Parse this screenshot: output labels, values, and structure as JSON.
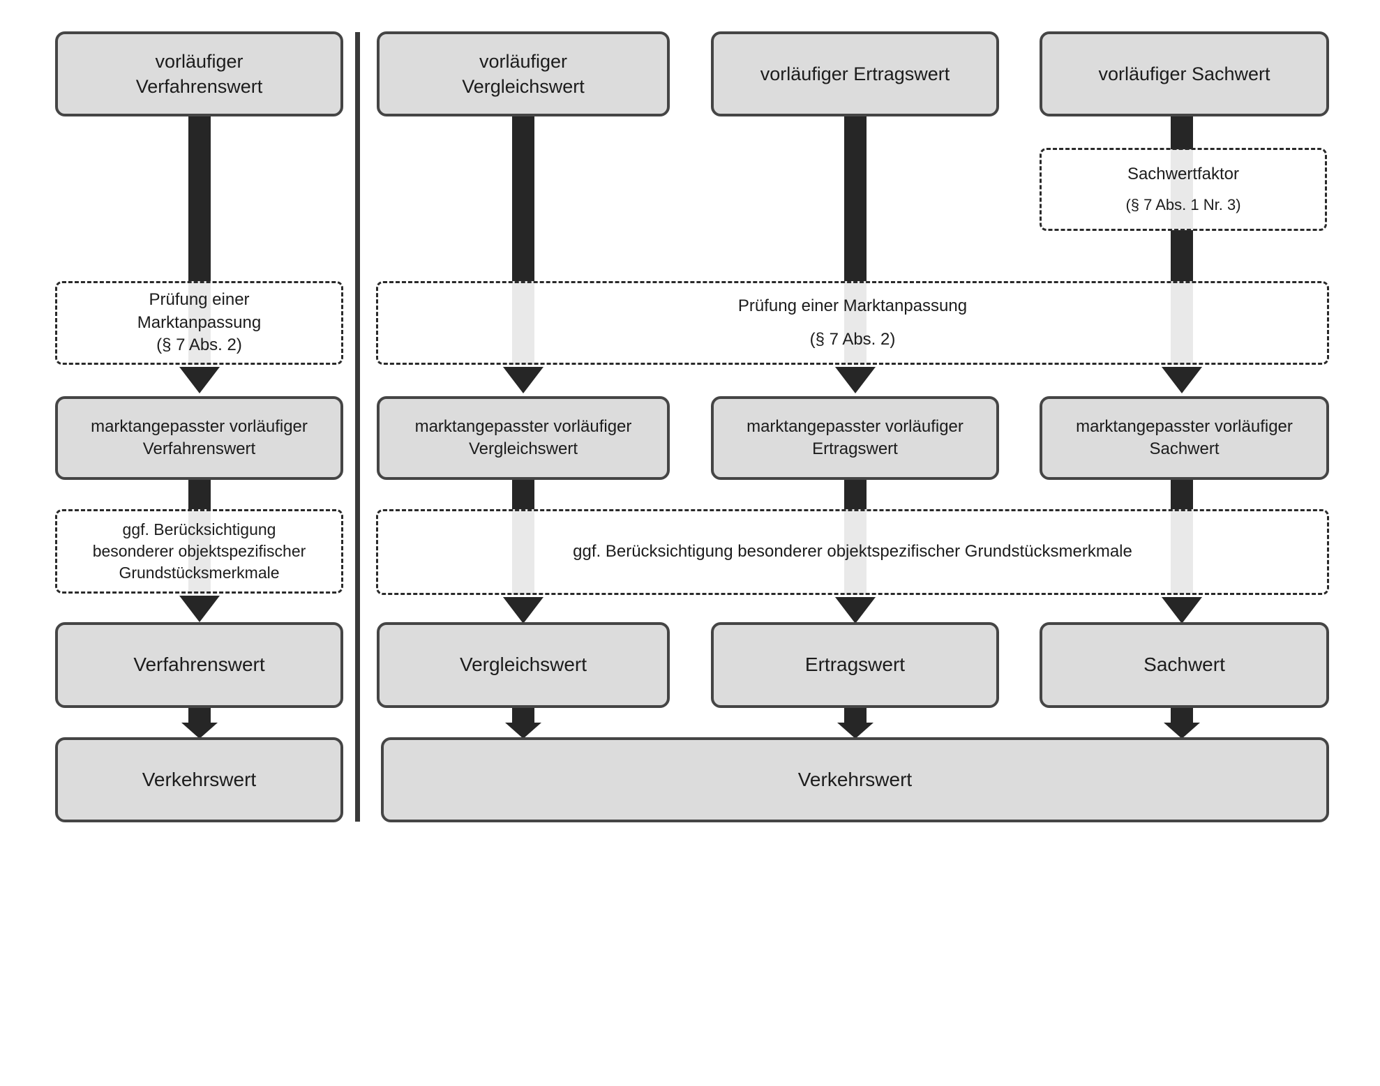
{
  "colors": {
    "box_fill": "#dcdcdc",
    "box_border": "#454545",
    "arrow_dark": "#262626",
    "arrow_light": "#e9e9e9",
    "dashed_border": "#2a2a2a",
    "divider": "#3a3a3a",
    "text": "#1c1c1c",
    "background": "#ffffff"
  },
  "diagram": {
    "left": {
      "top": {
        "l1": "vorläufiger",
        "l2": "Verfahrenswert"
      },
      "pruefung": {
        "l1": "Prüfung einer",
        "l2": "Marktanpassung",
        "l3": "(§ 7 Abs. 2)"
      },
      "markt": {
        "l1": "marktangepasster vorläufiger",
        "l2": "Verfahrenswert"
      },
      "ggf": {
        "l1": "ggf. Berücksichtigung",
        "l2": "besonderer objektspezifischer",
        "l3": "Grundstücksmerkmale"
      },
      "value": "Verfahrenswert",
      "final": "Verkehrswert"
    },
    "right": {
      "vergleich": {
        "top_l1": "vorläufiger",
        "top_l2": "Vergleichswert",
        "markt_l1": "marktangepasster vorläufiger",
        "markt_l2": "Vergleichswert",
        "value": "Vergleichswert"
      },
      "ertrag": {
        "top": "vorläufiger Ertragswert",
        "markt_l1": "marktangepasster vorläufiger",
        "markt_l2": "Ertragswert",
        "value": "Ertragswert"
      },
      "sach": {
        "top": "vorläufiger Sachwert",
        "faktor_l1": "Sachwertfaktor",
        "faktor_l2": "(§ 7 Abs. 1 Nr. 3)",
        "markt_l1": "marktangepasster vorläufiger",
        "markt_l2": "Sachwert",
        "value": "Sachwert"
      },
      "pruefung": {
        "l1": "Prüfung einer Marktanpassung",
        "l2": "(§ 7 Abs. 2)"
      },
      "ggf": "ggf. Berücksichtigung besonderer objektspezifischer Grundstücksmerkmale",
      "final": "Verkehrswert"
    }
  }
}
